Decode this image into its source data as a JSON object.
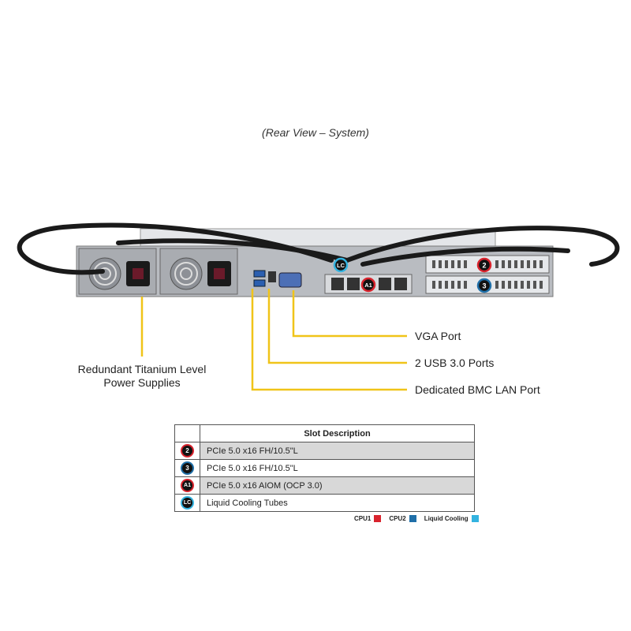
{
  "view_title": "(Rear View – System)",
  "callouts": {
    "vga": "VGA Port",
    "usb": "2 USB 3.0 Ports",
    "bmc": "Dedicated BMC LAN Port",
    "psu_line1": "Redundant Titanium Level",
    "psu_line2": "Power Supplies"
  },
  "badges": {
    "slot2": "2",
    "slot3": "3",
    "a1": "A1",
    "lc": "LC"
  },
  "table": {
    "header": "Slot Description",
    "rows": [
      {
        "badge": "2",
        "color": "#d9232d",
        "text": "PCIe 5.0 x16 FH/10.5\"L"
      },
      {
        "badge": "3",
        "color": "#1f6fa8",
        "text": "PCIe 5.0 x16 FH/10.5\"L"
      },
      {
        "badge": "A1",
        "color": "#d9232d",
        "text": "PCIe 5.0 x16 AIOM (OCP 3.0)"
      },
      {
        "badge": "LC",
        "color": "#33b3e0",
        "text": "Liquid Cooling Tubes"
      }
    ]
  },
  "legend": [
    {
      "label": "CPU1",
      "color": "#d9232d"
    },
    {
      "label": "CPU2",
      "color": "#1f6fa8"
    },
    {
      "label": "Liquid Cooling",
      "color": "#33b3e0"
    }
  ],
  "colors": {
    "leader_line": "#f0c419",
    "chassis": "#c9ccd0",
    "tube": "#1a1a1a"
  }
}
